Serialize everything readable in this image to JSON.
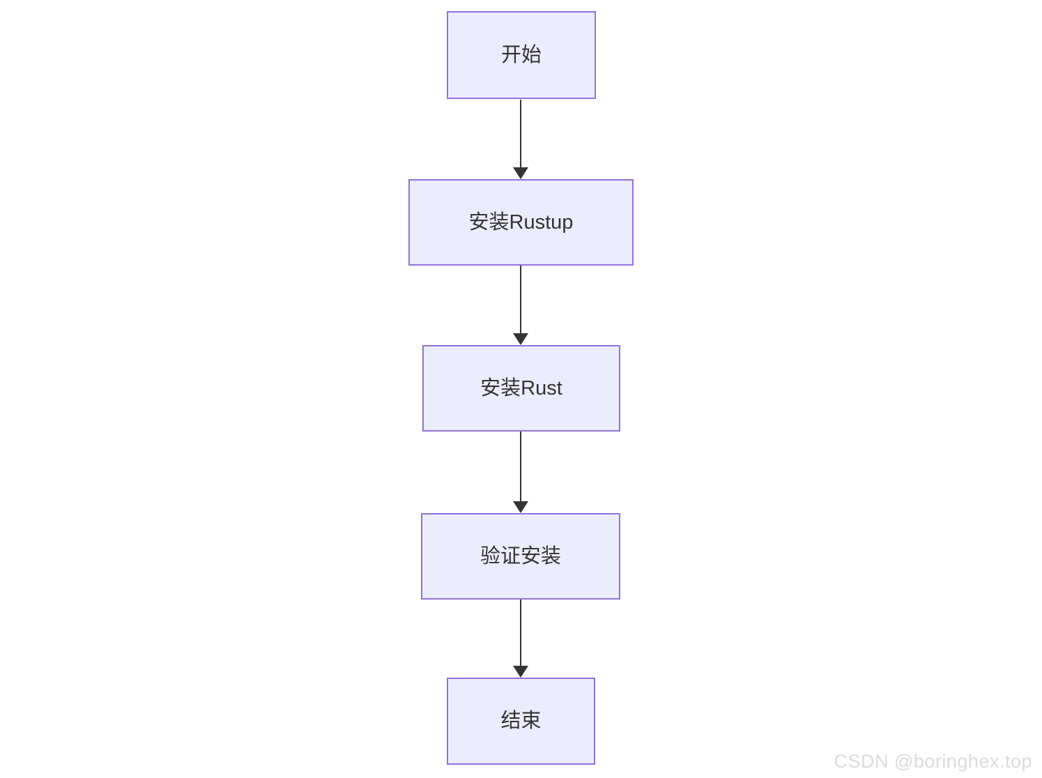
{
  "flowchart": {
    "type": "flowchart-vertical",
    "nodes": [
      {
        "id": "start",
        "label": "开始"
      },
      {
        "id": "install-rustup",
        "label": "安装Rustup"
      },
      {
        "id": "install-rust",
        "label": "安装Rust"
      },
      {
        "id": "verify-install",
        "label": "验证安装"
      },
      {
        "id": "end",
        "label": "结束"
      }
    ],
    "edges": [
      {
        "from": "开始",
        "to": "安装Rustup"
      },
      {
        "from": "安装Rustup",
        "to": "安装Rust"
      },
      {
        "from": "安装Rust",
        "to": "验证安装"
      },
      {
        "from": "验证安装",
        "to": "结束"
      }
    ],
    "colors": {
      "node_fill": "#ECECFF",
      "node_border": "#9370DB",
      "node_text": "#333333",
      "arrow": "#333333"
    }
  },
  "watermark": {
    "text": "CSDN @boringhex.top",
    "color": "#dbdbdb"
  }
}
